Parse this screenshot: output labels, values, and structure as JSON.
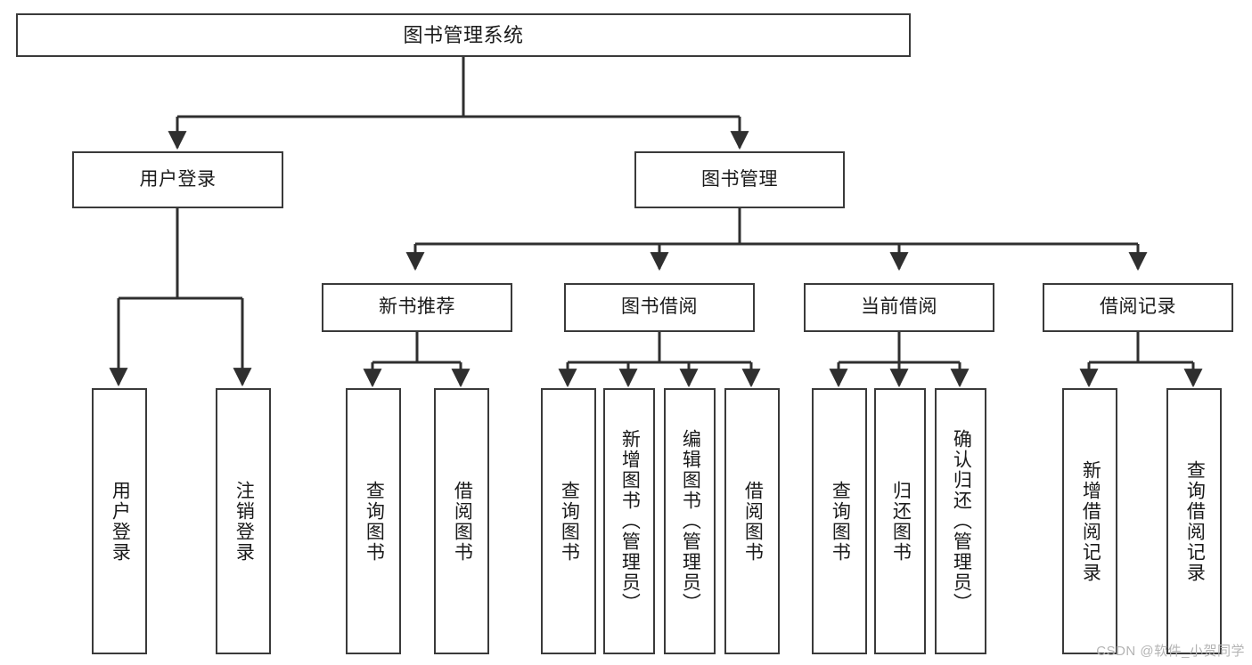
{
  "diagram": {
    "title": "图书管理系统",
    "type": "tree-hierarchy-diagram",
    "watermark": "CSDN @软件_小贺同学",
    "colors": {
      "box_border": "#3a3a3a",
      "box_fill": "#ffffff",
      "connector": "#2f2f2f",
      "text": "#1a1a1a",
      "watermark": "#b4b4b4",
      "background": "#ffffff"
    },
    "nodes": {
      "root": {
        "label": "图书管理系统",
        "orientation": "horizontal"
      },
      "level2": [
        {
          "label": "用户登录",
          "orientation": "horizontal"
        },
        {
          "label": "图书管理",
          "orientation": "horizontal"
        }
      ],
      "level3": [
        {
          "label": "新书推荐",
          "orientation": "horizontal"
        },
        {
          "label": "图书借阅",
          "orientation": "horizontal"
        },
        {
          "label": "当前借阅",
          "orientation": "horizontal"
        },
        {
          "label": "借阅记录",
          "orientation": "horizontal"
        }
      ],
      "leaves": {
        "user_login": [
          {
            "label": "用户登录",
            "orientation": "vertical"
          },
          {
            "label": "注销登录",
            "orientation": "vertical"
          }
        ],
        "new_book_recommend": [
          {
            "label": "查询图书",
            "orientation": "vertical"
          },
          {
            "label": "借阅图书",
            "orientation": "vertical"
          }
        ],
        "book_borrow": [
          {
            "label": "查询图书",
            "orientation": "vertical"
          },
          {
            "label": "新增图书（管理员）",
            "orientation": "vertical"
          },
          {
            "label": "编辑图书（管理员）",
            "orientation": "vertical"
          },
          {
            "label": "借阅图书",
            "orientation": "vertical"
          }
        ],
        "current_borrow": [
          {
            "label": "查询图书",
            "orientation": "vertical"
          },
          {
            "label": "归还图书",
            "orientation": "vertical"
          },
          {
            "label": "确认归还（管理员）",
            "orientation": "vertical"
          }
        ],
        "borrow_record": [
          {
            "label": "新增借阅记录",
            "orientation": "vertical"
          },
          {
            "label": "查询借阅记录",
            "orientation": "vertical"
          }
        ]
      }
    }
  }
}
